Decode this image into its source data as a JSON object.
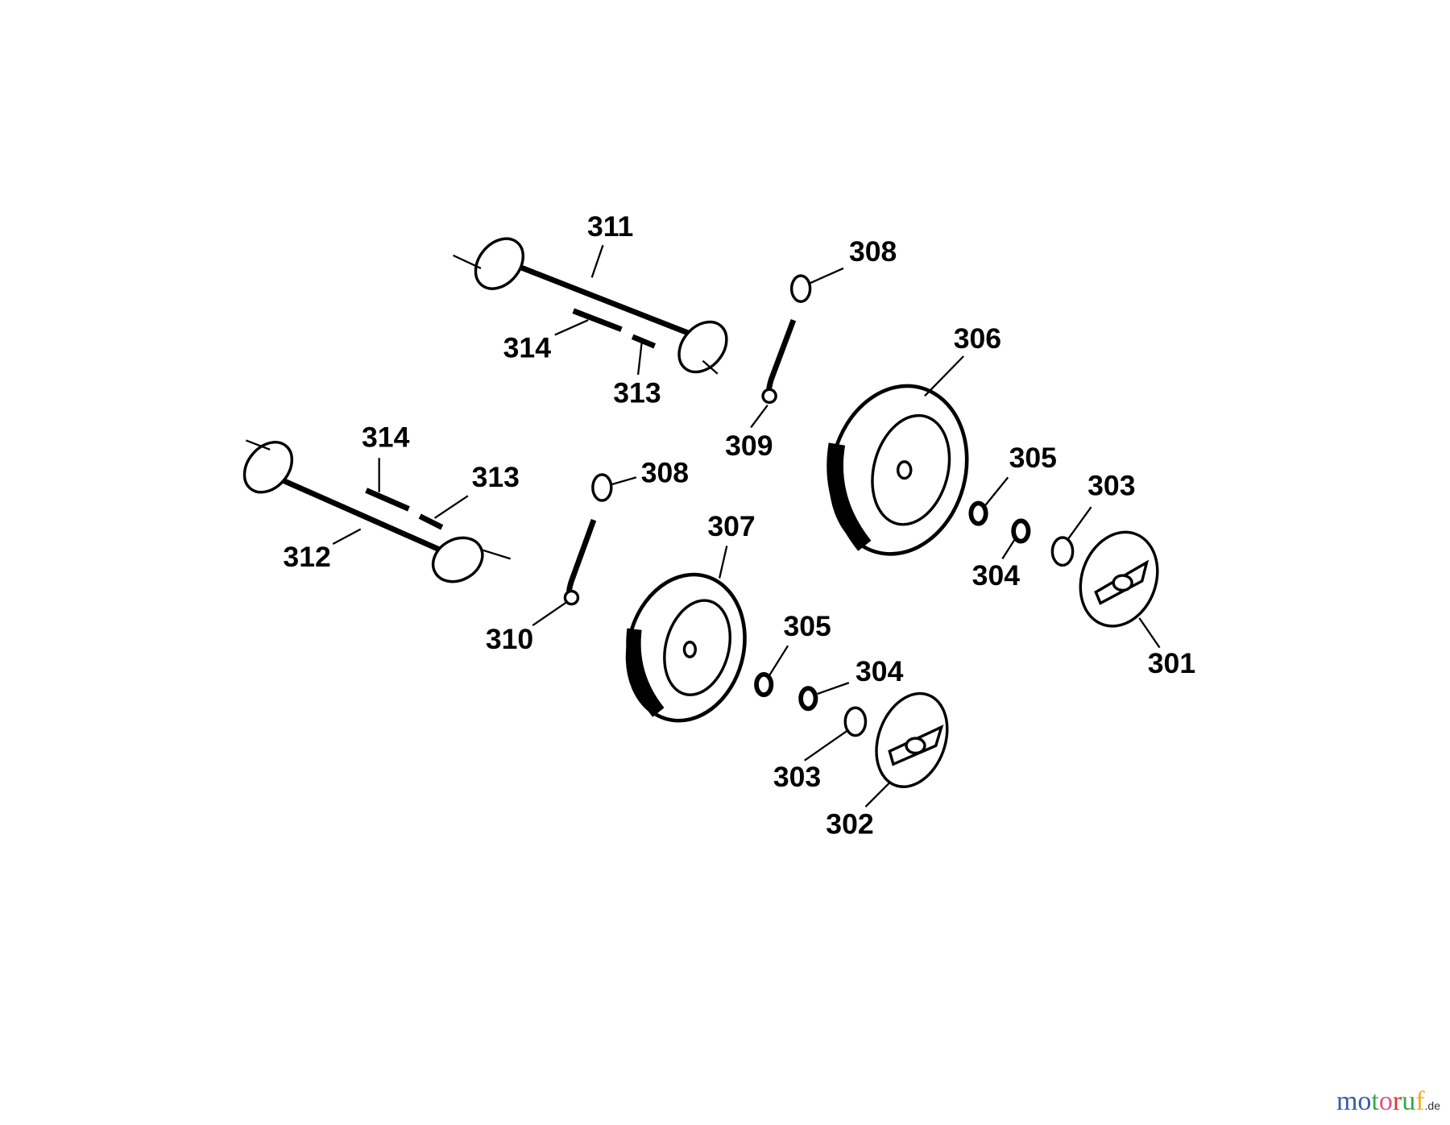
{
  "labels": {
    "l311": "311",
    "l308a": "308",
    "l314a": "314",
    "l313a": "313",
    "l306": "306",
    "l309": "309",
    "l314b": "314",
    "l313b": "313",
    "l308b": "308",
    "l305a": "305",
    "l303a": "303",
    "l312": "312",
    "l307": "307",
    "l304a": "304",
    "l310": "310",
    "l301": "301",
    "l305b": "305",
    "l304b": "304",
    "l303b": "303",
    "l302": "302"
  },
  "watermark": {
    "letters": [
      "m",
      "o",
      "t",
      "o",
      "r",
      "u",
      "f"
    ],
    "colors": [
      "#3b5aa6",
      "#3b5aa6",
      "#3aa64a",
      "#e0508a",
      "#d83a2a",
      "#3aa64a",
      "#f0b020"
    ],
    "suffix": ".de"
  }
}
